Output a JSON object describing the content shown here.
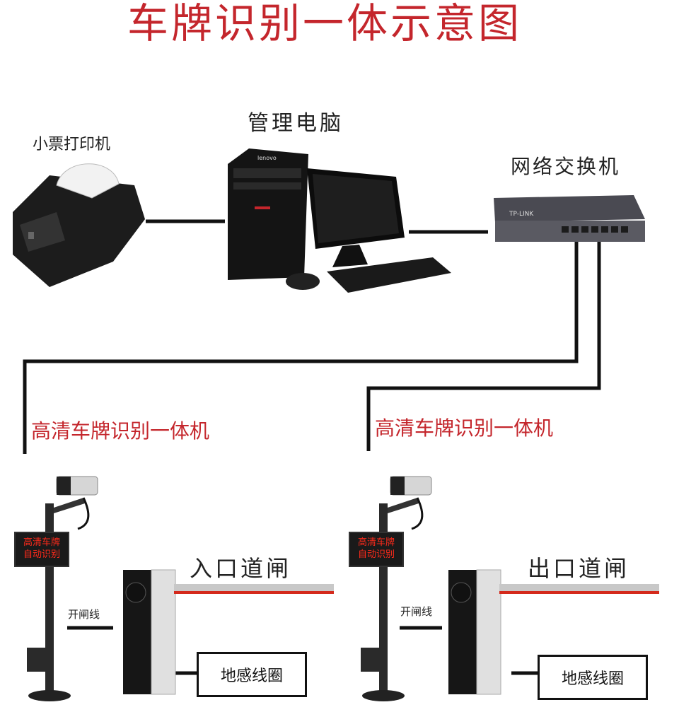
{
  "title": "车牌识别一体示意图",
  "devices": {
    "printer": "小票打印机",
    "pc": "管理电脑",
    "switch": "网络交换机",
    "switch_brand": "TP-LINK",
    "pc_brand": "lenovo"
  },
  "entry": {
    "camera_label": "高清车牌识别一体机",
    "led_text": [
      "高清车牌",
      "自动识别"
    ],
    "gate_label": "入口道闸",
    "line_label": "开闸线",
    "loop_label": "地感线圈"
  },
  "exit": {
    "camera_label": "高清车牌识别一体机",
    "led_text": [
      "高清车牌",
      "自动识别"
    ],
    "gate_label": "出口道闸",
    "line_label": "开闸线",
    "loop_label": "地感线圈"
  },
  "colors": {
    "title": "#c4262c",
    "cable": "#111111",
    "led": "#ff2a1a"
  }
}
